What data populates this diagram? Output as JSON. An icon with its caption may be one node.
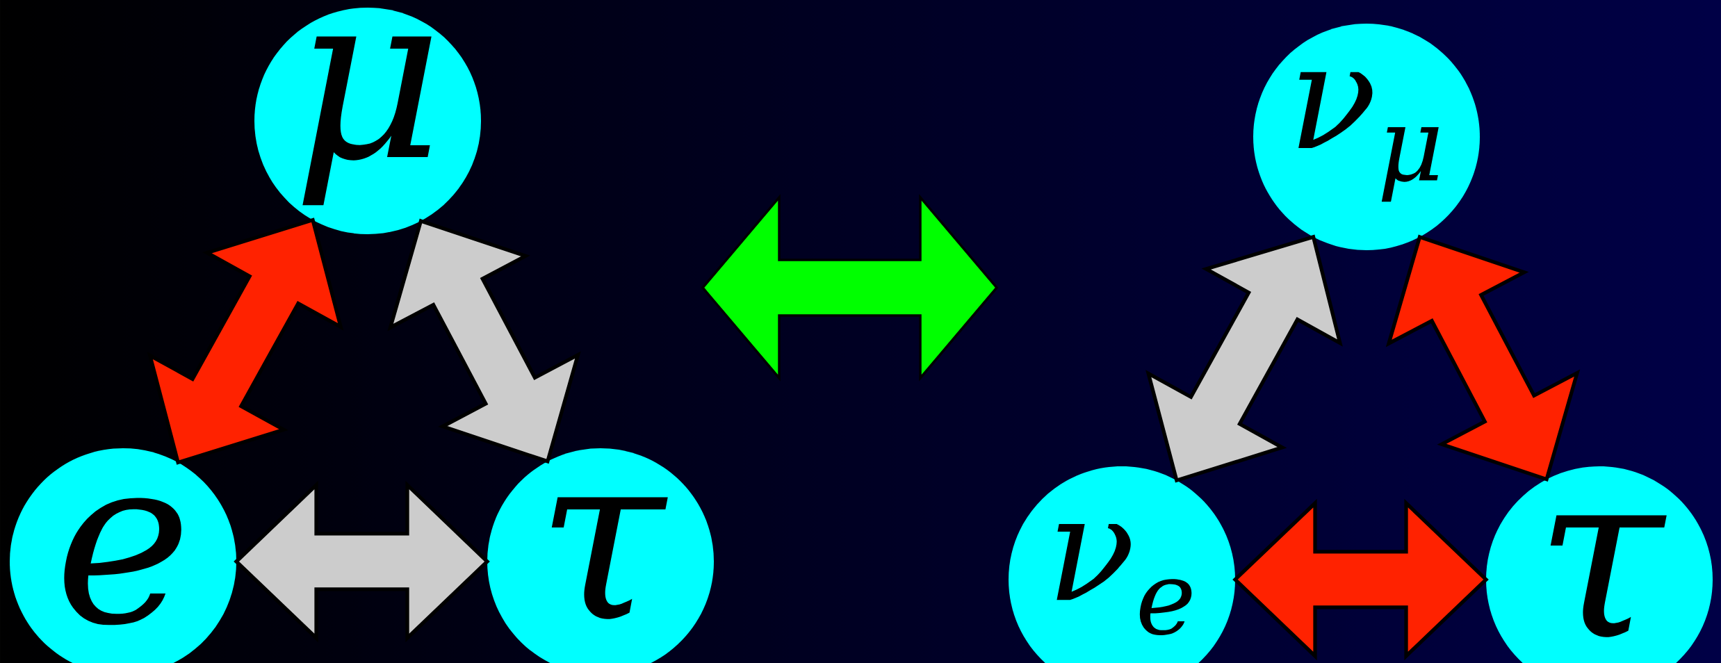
{
  "diagram": {
    "nodes": [
      {
        "text": [
          "μ"
        ]
      },
      {
        "text": [
          "e"
        ]
      },
      {
        "text": [
          "τ"
        ]
      },
      {
        "text": [
          "ν$_{μ}$"
        ]
      },
      {
        "text": [
          "ν$_{e}$"
        ]
      },
      {
        "text": [
          "τ"
        ]
      }
    ],
    "edges": [
      {
        "from": 0,
        "to": 1,
        "arrow": "both",
        "color": "#ff2200"
      },
      {
        "from": 0,
        "to": 2,
        "arrow": "both",
        "color": "#cccccc"
      },
      {
        "from": 1,
        "to": 2,
        "arrow": "both",
        "color": "#cccccc"
      },
      {
        "from": 3,
        "to": 4,
        "arrow": "both",
        "color": "#cccccc"
      },
      {
        "from": 3,
        "to": 5,
        "arrow": "both",
        "color": "#ff2200"
      },
      {
        "from": 4,
        "to": 5,
        "arrow": "both",
        "color": "#ff2200"
      }
    ]
  }
}
